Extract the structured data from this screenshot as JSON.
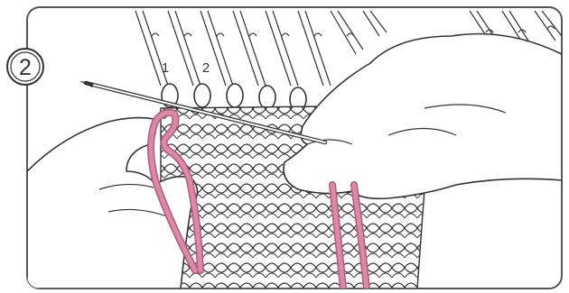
{
  "step": {
    "number": "2"
  },
  "loop_labels": [
    "1",
    "2"
  ],
  "colors": {
    "yarn": "#d98aa6",
    "yarn_dark": "#b4587c",
    "line": "#333333",
    "border": "#555555",
    "background": "#ffffff"
  },
  "icons": {
    "step_badge": "circled-number",
    "needle": "tapestry-needle-icon",
    "hand": "hand-icon"
  }
}
